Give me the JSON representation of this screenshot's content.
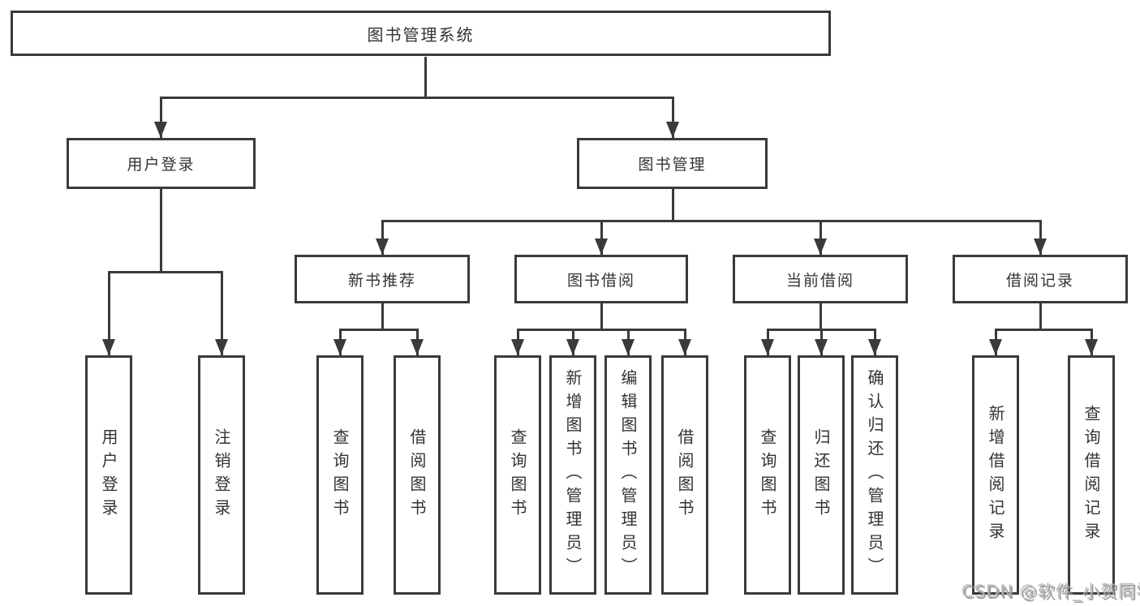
{
  "nodes": {
    "root": "图书管理系统",
    "level2": [
      "用户登录",
      "图书管理"
    ],
    "level3": [
      "新书推荐",
      "图书借阅",
      "当前借阅",
      "借阅记录"
    ],
    "leaves": {
      "login": [
        "用户登录",
        "注销登录"
      ],
      "recommend": [
        "查询图书",
        "借阅图书"
      ],
      "borrow": [
        "查询图书",
        "新增图书（管理员）",
        "编辑图书（管理员）",
        "借阅图书"
      ],
      "current": [
        "查询图书",
        "归还图书",
        "确认归还（管理员）"
      ],
      "records": [
        "新增借阅记录",
        "查询借阅记录"
      ]
    }
  },
  "watermark": "CSDN @软件_小贺同学",
  "colors": {
    "line": "#3a3a3a",
    "text": "#333333",
    "background": "#ffffff",
    "watermark": "#b2b2b2"
  }
}
